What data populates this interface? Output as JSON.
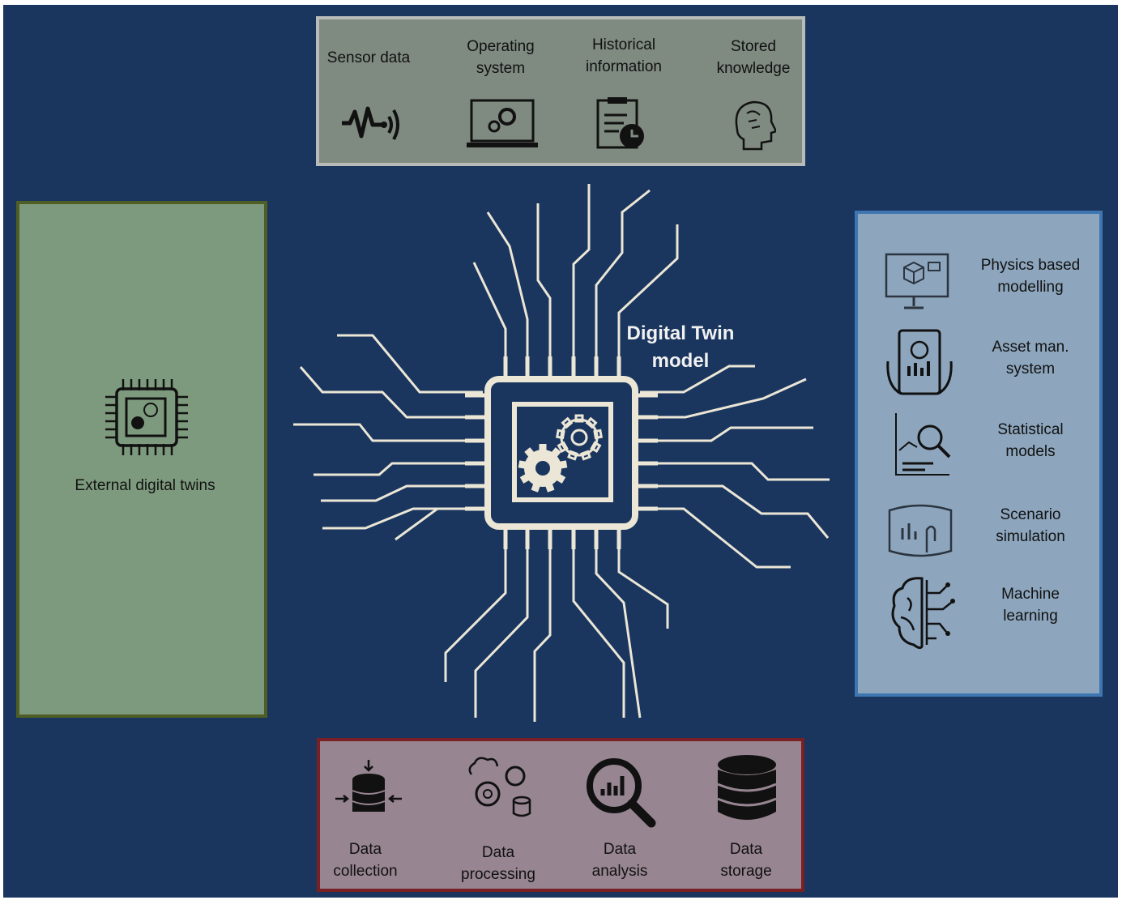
{
  "diagram": {
    "center_label": "Digital Twin\nmodel",
    "inputs": [
      {
        "label": "Sensor data",
        "icon": "sensor-signal-icon"
      },
      {
        "label": "Operating\nsystem",
        "icon": "laptop-gears-icon"
      },
      {
        "label": "Historical\ninformation",
        "icon": "clipboard-clock-icon"
      },
      {
        "label": "Stored\nknowledge",
        "icon": "head-brain-icon"
      }
    ],
    "external": {
      "label": "External digital twins",
      "icon": "chip-gears-icon"
    },
    "models": [
      {
        "label": "Physics based\nmodelling",
        "icon": "monitor-cube-icon"
      },
      {
        "label": "Asset man.\nsystem",
        "icon": "tablet-dashboard-icon"
      },
      {
        "label": "Statistical\nmodels",
        "icon": "chart-magnifier-icon"
      },
      {
        "label": "Scenario\nsimulation",
        "icon": "touch-screen-icon"
      },
      {
        "label": "Machine\nlearning",
        "icon": "brain-circuit-icon"
      }
    ],
    "data_ops": [
      {
        "label": "Data\ncollection",
        "icon": "database-arrows-icon"
      },
      {
        "label": "Data\nprocessing",
        "icon": "cloud-gears-database-icon"
      },
      {
        "label": "Data\nanalysis",
        "icon": "magnifier-bars-icon"
      },
      {
        "label": "Data\nstorage",
        "icon": "database-icon"
      }
    ]
  },
  "colors": {
    "background": "#1a365e",
    "circuit": "#ebe6d6",
    "inputs_panel": "#7f8a80",
    "external_panel": "#7e9a7e",
    "models_panel": "#8da6bd",
    "data_panel": "#978591"
  }
}
